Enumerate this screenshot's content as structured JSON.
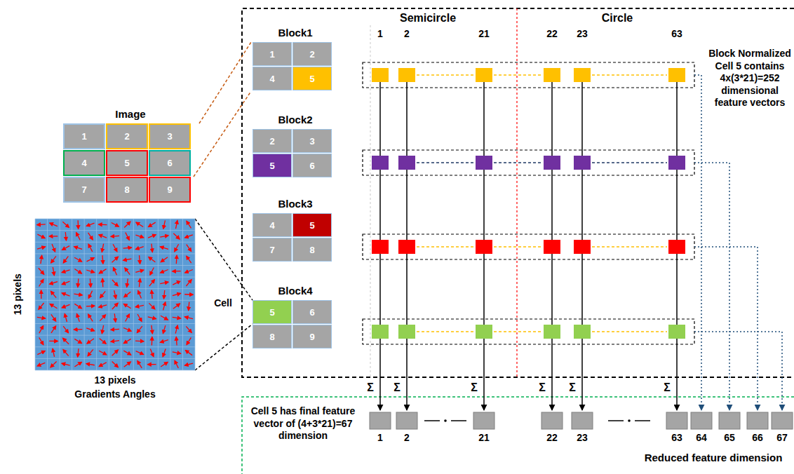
{
  "diagram": {
    "nodes": [
      {
        "text": [
          "Image"
        ]
      },
      {
        "text": [
          "1"
        ],
        "in": 0
      },
      {
        "text": [
          "2"
        ],
        "in": 0
      },
      {
        "text": [
          "3"
        ],
        "in": 0
      },
      {
        "text": [
          "4"
        ],
        "in": 0
      },
      {
        "text": [
          "5"
        ],
        "in": 0
      },
      {
        "text": [
          "6"
        ],
        "in": 0
      },
      {
        "text": [
          "7"
        ],
        "in": 0
      },
      {
        "text": [
          "8"
        ],
        "in": 0
      },
      {
        "text": [
          "9"
        ],
        "in": 0
      },
      {
        "text": [
          "Block1"
        ]
      },
      {
        "text": [
          "1"
        ],
        "in": 10
      },
      {
        "text": [
          "2"
        ],
        "in": 10
      },
      {
        "text": [
          "4"
        ],
        "in": 10
      },
      {
        "text": [
          "5"
        ],
        "in": 10
      },
      {
        "text": [
          "Block2"
        ]
      },
      {
        "text": [
          "2"
        ],
        "in": 15
      },
      {
        "text": [
          "3"
        ],
        "in": 15
      },
      {
        "text": [
          "5"
        ],
        "in": 15
      },
      {
        "text": [
          "6"
        ],
        "in": 15
      },
      {
        "text": [
          "Block3"
        ]
      },
      {
        "text": [
          "4"
        ],
        "in": 20
      },
      {
        "text": [
          "5"
        ],
        "in": 20
      },
      {
        "text": [
          "7"
        ],
        "in": 20
      },
      {
        "text": [
          "8"
        ],
        "in": 20
      },
      {
        "text": [
          "Block4"
        ]
      },
      {
        "text": [
          "5"
        ],
        "in": 25
      },
      {
        "text": [
          "6"
        ],
        "in": 25
      },
      {
        "text": [
          "8"
        ],
        "in": 25
      },
      {
        "text": [
          "9"
        ],
        "in": 25
      }
    ],
    "edges": [
      {
        "from": 0,
        "to": 10,
        "arrow": "none"
      }
    ],
    "labels": [
      "Semicircle",
      "Circle",
      "1",
      "2",
      "21",
      "22",
      "23",
      "63",
      "Block Normalized Cell 5 contains 4x(3*21)=252 dimensional feature vectors",
      "13 pixels",
      "Cell",
      "13 pixels",
      "Gradients Angles",
      "Σ",
      "Σ",
      "Σ",
      "Σ",
      "Σ",
      "Σ",
      "Cell 5 has final feature vector of (4+3*21)=67 dimension",
      "1",
      "2",
      "21",
      "22",
      "23",
      "63",
      "64",
      "65",
      "66",
      "67",
      "Reduced feature dimension"
    ]
  }
}
